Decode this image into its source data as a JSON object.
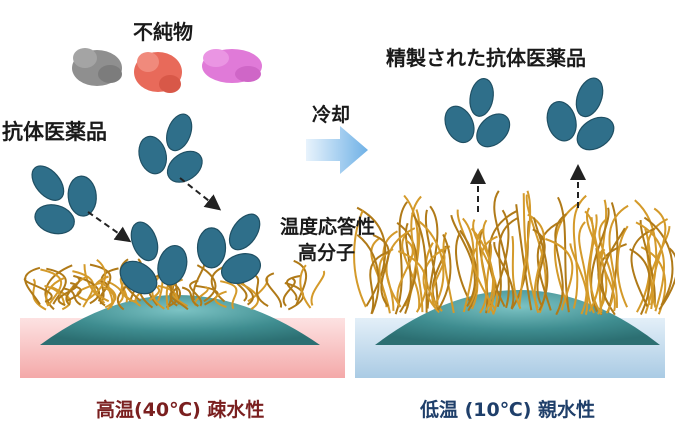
{
  "labels": {
    "impurities": "不純物",
    "antibody_left": "抗体医薬品",
    "purified": "精製された抗体医薬品",
    "cooling": "冷却",
    "polymer_line1": "温度応答性",
    "polymer_line2": "高分子"
  },
  "captions": {
    "left": "高温(40℃) 疎水性",
    "right": "低温 (10℃) 親水性"
  },
  "colors": {
    "antibody": "#2f6f8a",
    "impurity_gray": "#8f8f8f",
    "impurity_red": "#e86a5a",
    "impurity_pink": "#e07ad8",
    "polymer": "#d49a2a",
    "bead": "#4f9a9c",
    "hot_band": "#f7b8b8",
    "cold_band": "#b9d6ea",
    "caption_left": "#7a1f1f",
    "caption_right": "#1f3f6a",
    "arrow": "#8ec3ea"
  }
}
